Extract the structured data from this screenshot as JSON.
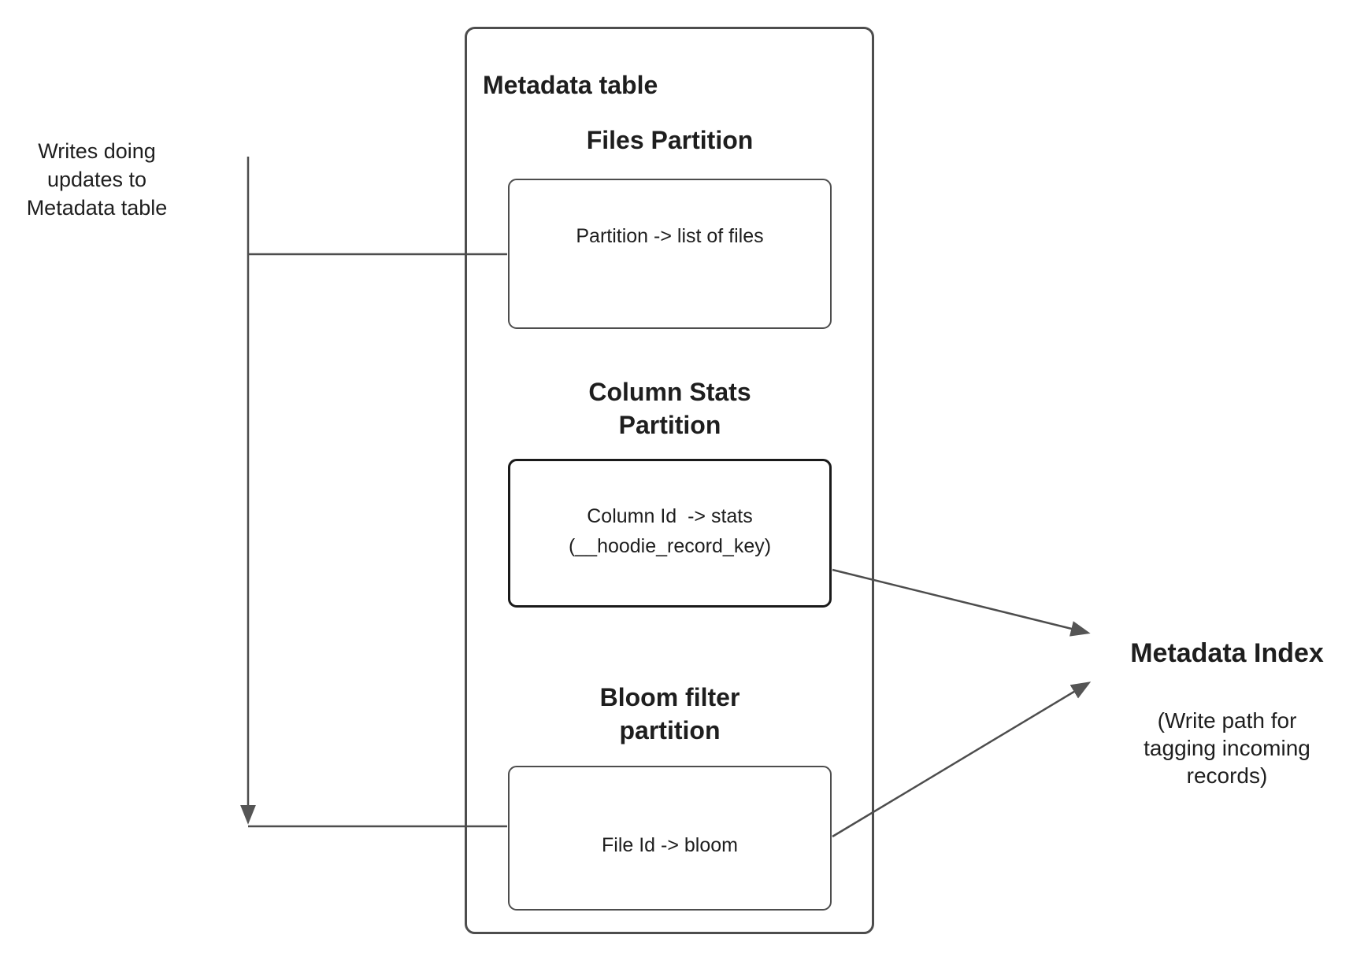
{
  "colors": {
    "background": "#ffffff",
    "line": "#4d4d4d",
    "text": "#1e1e1e",
    "box_border": "#4d4d4d",
    "stats_box_border": "#1a1a1a",
    "arrowhead": "#555555"
  },
  "left_note": {
    "text": "Writes doing\nupdates to\nMetadata table"
  },
  "metadata_table": {
    "title": "Metadata table",
    "files_partition": {
      "heading": "Files Partition",
      "mapping": "Partition -> list of files"
    },
    "column_stats_partition": {
      "heading": "Column Stats\nPartition",
      "mapping": "Column Id  -> stats\n(__hoodie_record_key)"
    },
    "bloom_filter_partition": {
      "heading": "Bloom filter\npartition",
      "mapping": "File Id -> bloom"
    }
  },
  "metadata_index": {
    "title": "Metadata Index",
    "subtitle": "(Write path for\ntagging incoming\nrecords)"
  }
}
